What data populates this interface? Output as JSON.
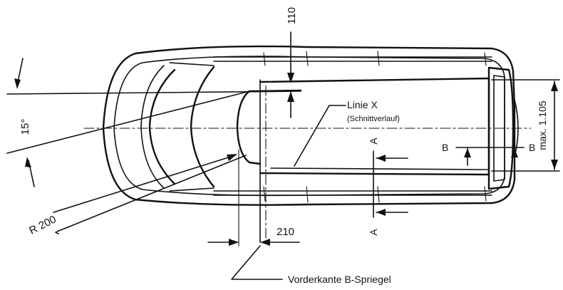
{
  "labels": {
    "dim_110": "110",
    "angle_15": "15°",
    "max_1105": "max. 1.105",
    "linie_x": "Linie X",
    "schnittverlauf": "(Schnittverlauf)",
    "section_a_top": "A",
    "section_a_bottom": "A",
    "section_b_left": "B",
    "section_b_right": "B",
    "radius": "R 200",
    "dim_210": "210",
    "vorderkante": "Vorderkante B-Spriegel"
  },
  "colors": {
    "ink": "#111111",
    "paper": "#ffffff"
  }
}
